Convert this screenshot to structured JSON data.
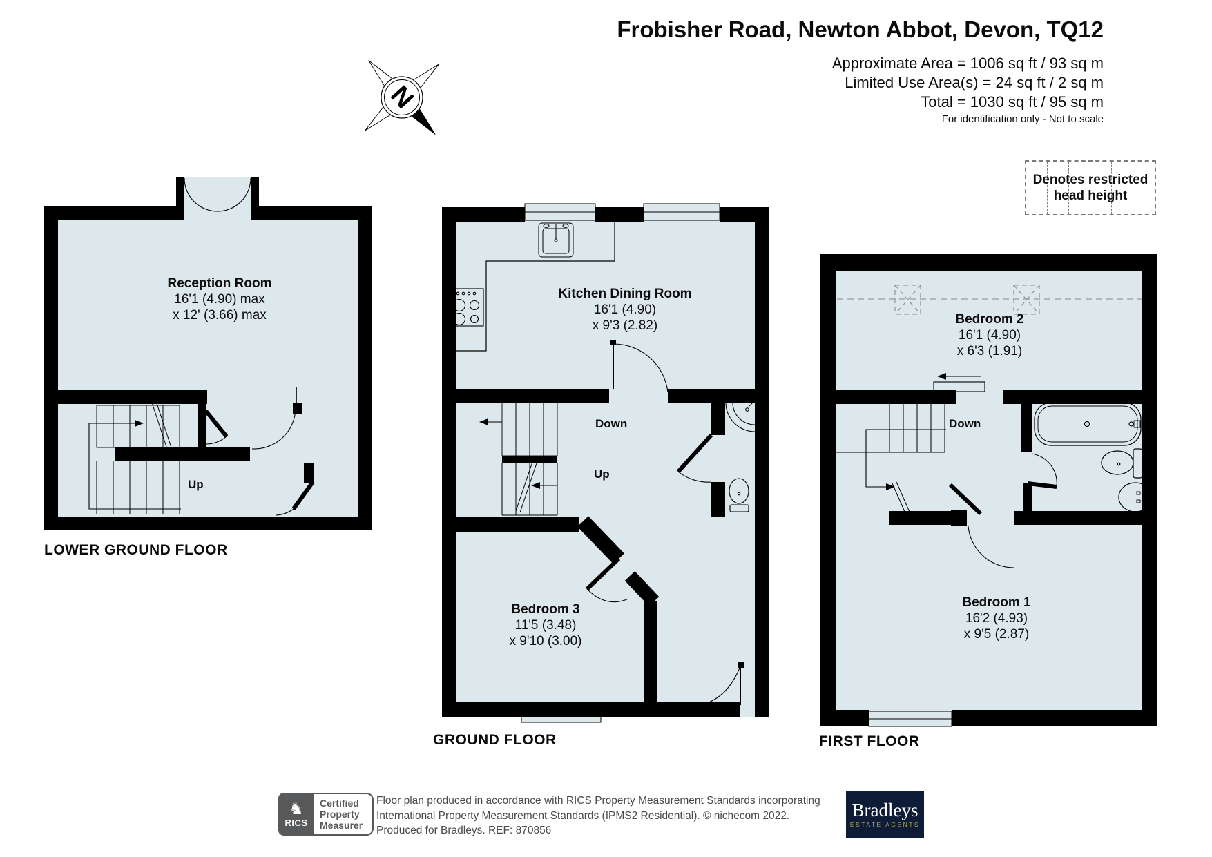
{
  "header": {
    "title": "Frobisher Road, Newton Abbot, Devon, TQ12",
    "area_line_1": "Approximate Area = 1006 sq ft / 93 sq m",
    "area_line_2": "Limited Use Area(s) = 24 sq ft / 2 sq m",
    "area_line_3": "Total = 1030 sq ft / 95 sq m",
    "note": "For identification only - Not to scale"
  },
  "compass": {
    "north_label": "N"
  },
  "legend": {
    "line1": "Denotes restricted",
    "line2": "head height"
  },
  "floors": {
    "lower_ground_floor": {
      "label": "LOWER GROUND FLOOR",
      "reception": {
        "name": "Reception Room",
        "dim1": "16'1 (4.90) max",
        "dim2": "x 12' (3.66) max"
      },
      "stair_up": "Up"
    },
    "ground_floor": {
      "label": "GROUND FLOOR",
      "kitchen": {
        "name": "Kitchen Dining Room",
        "dim1": "16'1 (4.90)",
        "dim2": "x 9'3 (2.82)"
      },
      "bedroom3": {
        "name": "Bedroom 3",
        "dim1": "11'5 (3.48)",
        "dim2": "x 9'10 (3.00)"
      },
      "stair_down": "Down",
      "stair_up": "Up"
    },
    "first_floor": {
      "label": "FIRST FLOOR",
      "bedroom2": {
        "name": "Bedroom 2",
        "dim1": "16'1 (4.90)",
        "dim2": "x 6'3 (1.91)"
      },
      "bedroom1": {
        "name": "Bedroom 1",
        "dim1": "16'2 (4.93)",
        "dim2": "x 9'5 (2.87)"
      },
      "stair_down": "Down"
    }
  },
  "footer": {
    "rics_brand": "RICS",
    "cert_line1": "Certified",
    "cert_line2": "Property",
    "cert_line3": "Measurer",
    "text_line1": "Floor plan produced in accordance with RICS Property Measurement Standards incorporating",
    "text_line2": "International Property Measurement Standards (IPMS2 Residential).   © nichecom 2022.",
    "text_line3": "Produced for Bradleys.   REF: 870856",
    "bradleys_name": "Bradleys",
    "bradleys_tagline": "ESTATE AGENTS"
  },
  "colors": {
    "room_fill": "#dce8ec",
    "wall": "#000000",
    "rics_grey": "#58595b",
    "bradleys_navy": "#0e1c38",
    "bradleys_gold": "#b3a14e"
  }
}
